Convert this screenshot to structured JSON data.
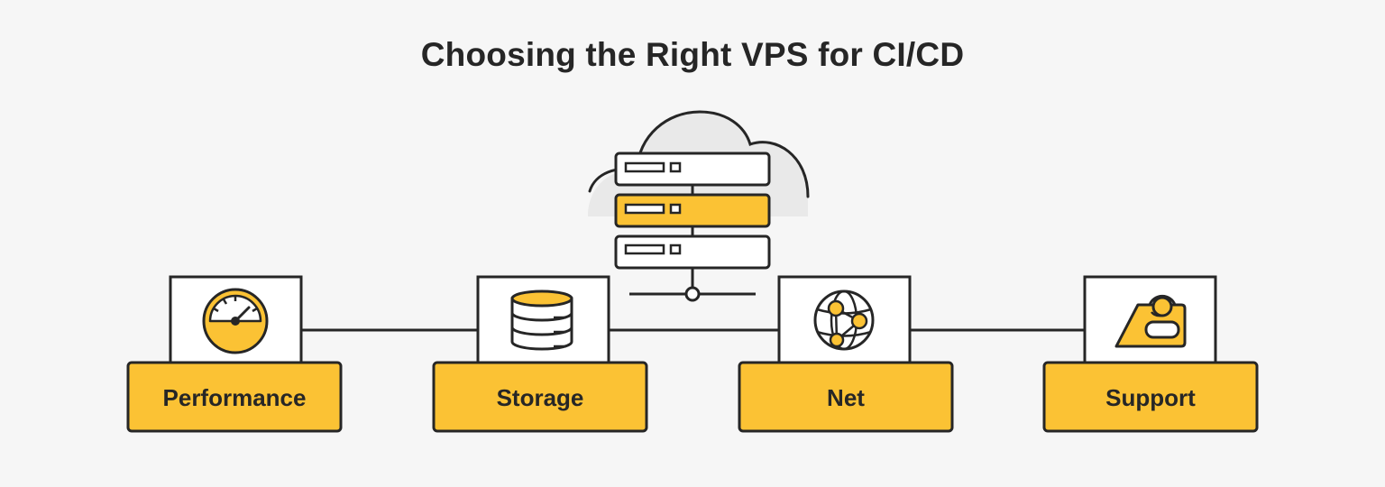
{
  "title": "Choosing the Right VPS for CI/CD",
  "colors": {
    "background": "#f6f6f6",
    "accent": "#fbc234",
    "outline": "#262626",
    "cloud": "#e9e9e9"
  },
  "cards": [
    {
      "label": "Performance",
      "icon": "speedometer-icon"
    },
    {
      "label": "Storage",
      "icon": "database-icon"
    },
    {
      "label": "Net",
      "icon": "network-globe-icon"
    },
    {
      "label": "Support",
      "icon": "support-agent-icon"
    }
  ]
}
